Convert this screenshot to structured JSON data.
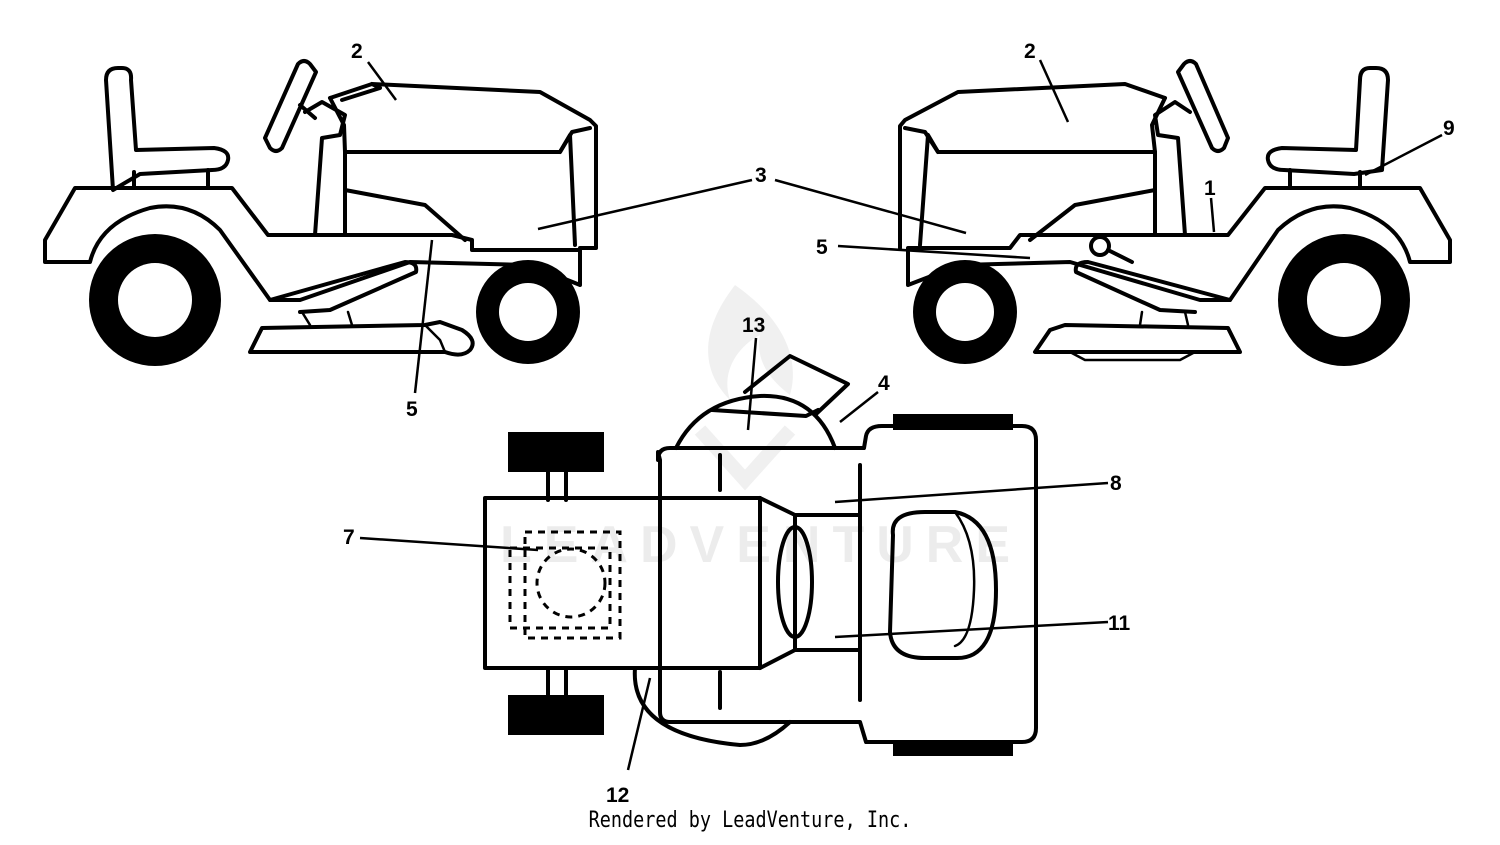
{
  "watermark": {
    "brand_text": "LEADVENTURE"
  },
  "callouts": {
    "left_view_decal_hood": "2",
    "left_view_decal_side": "5",
    "right_view_decal_hood": "2",
    "shared_decal_side_panel": "3",
    "right_view_decal_side": "5",
    "right_view_decal_fender": "1",
    "right_view_decal_seat": "9",
    "top_view_chute": "13",
    "top_view_dash": "4",
    "top_view_seat_front": "8",
    "top_view_rear_panel": "7",
    "top_view_seat_side": "11",
    "top_view_hood_left": "12"
  },
  "footer": {
    "credit": "Rendered by LeadVenture, Inc."
  }
}
